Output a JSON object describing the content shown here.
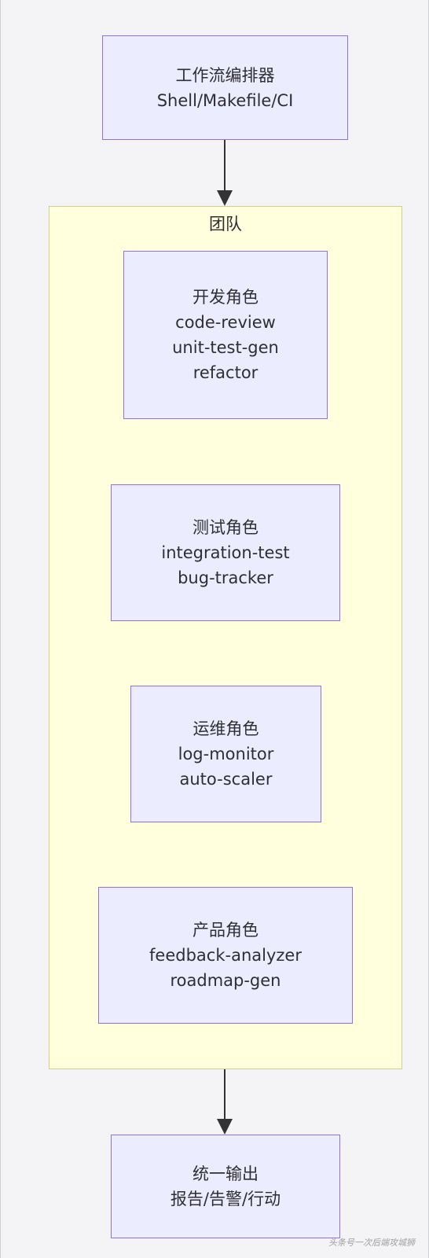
{
  "diagram": {
    "orchestrator": {
      "title": "工作流编排器",
      "subtitle": "Shell/Makefile/CI"
    },
    "team": {
      "label": "团队",
      "roles": [
        {
          "title": "开发角色",
          "lines": [
            "code-review",
            "unit-test-gen",
            "refactor"
          ]
        },
        {
          "title": "测试角色",
          "lines": [
            "integration-test",
            "bug-tracker"
          ]
        },
        {
          "title": "运维角色",
          "lines": [
            "log-monitor",
            "auto-scaler"
          ]
        },
        {
          "title": "产品角色",
          "lines": [
            "feedback-analyzer",
            "roadmap-gen"
          ]
        }
      ]
    },
    "output": {
      "title": "统一输出",
      "subtitle": "报告/告警/行动"
    },
    "colors": {
      "node_fill": "#ececff",
      "node_stroke": "#9370db",
      "cluster_fill": "#ffffde",
      "cluster_stroke": "#cfcf8e",
      "edge": "#333333"
    }
  },
  "watermark": "头条号一次后端攻城狮"
}
